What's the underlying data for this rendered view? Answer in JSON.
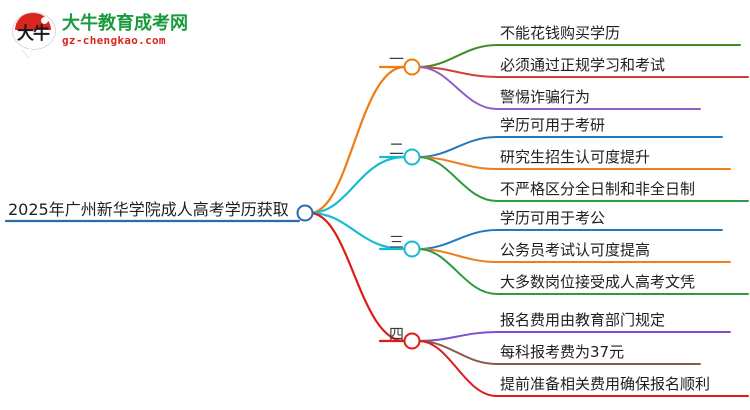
{
  "logo": {
    "mark_char": "大牛",
    "title": "大牛教育成考网",
    "domain": "gz-chengkao.com",
    "brand_green": "#179b3c",
    "brand_red": "#d9251d"
  },
  "mindmap": {
    "root": {
      "title": "2025年广州新华学院成人高考学历获取",
      "node_color": "#2b6cb0",
      "underline_color": "#2b6cb0"
    },
    "branches": [
      {
        "label": "一",
        "trunk_color": "#f07c11",
        "node_color": "#f07c11",
        "leaves": [
          {
            "text": "不能花钱购买学历",
            "color": "#3f8f29"
          },
          {
            "text": "必须通过正规学习和考试",
            "color": "#d0403a"
          },
          {
            "text": "警惕诈骗行为",
            "color": "#8f5fc6"
          }
        ]
      },
      {
        "label": "二",
        "trunk_color": "#17bcd4",
        "node_color": "#17bcd4",
        "leaves": [
          {
            "text": "学历可用于考研",
            "color": "#1f7ac0"
          },
          {
            "text": "研究生招生认可度提升",
            "color": "#ef7f1a"
          },
          {
            "text": "不严格区分全日制和非全日制",
            "color": "#2e9b3f"
          }
        ]
      },
      {
        "label": "三",
        "trunk_color": "#17bcd4",
        "node_color": "#17bcd4",
        "leaves": [
          {
            "text": "学历可用于考公",
            "color": "#1f7ac0"
          },
          {
            "text": "公务员考试认可度提高",
            "color": "#ef7f1a"
          },
          {
            "text": "大多数岗位接受成人高考文凭",
            "color": "#2e9b3f"
          }
        ]
      },
      {
        "label": "四",
        "trunk_color": "#e01b16",
        "node_color": "#e01b16",
        "leaves": [
          {
            "text": "报名费用由教育部门规定",
            "color": "#7d4fd0"
          },
          {
            "text": "每科报考费为37元",
            "color": "#8a5a4a"
          },
          {
            "text": "提前准备相关费用确保报名顺利",
            "color": "#e01b16"
          }
        ]
      }
    ]
  }
}
